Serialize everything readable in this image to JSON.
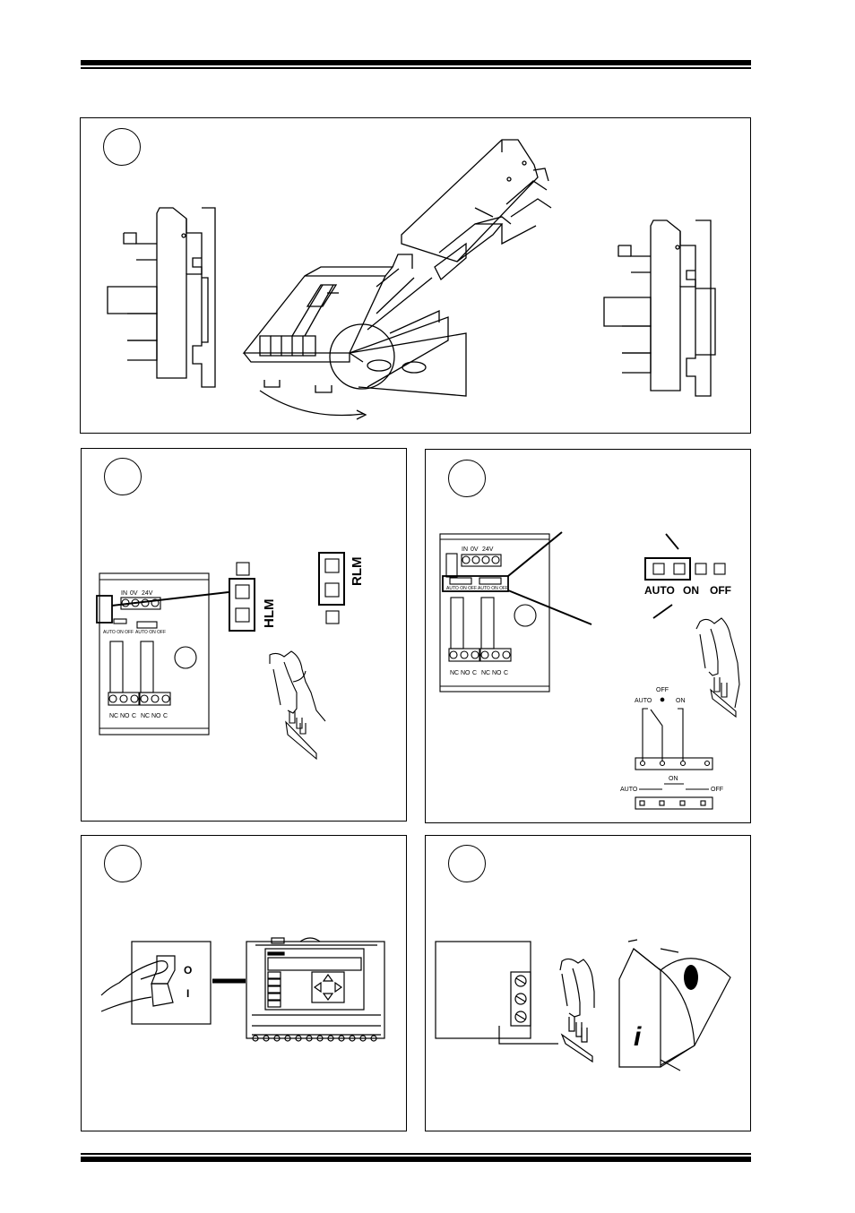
{
  "board": {
    "supply_in": "IN",
    "supply_0v": "0V",
    "supply_24v": "24V",
    "switch_caption": "AUTO ON OFF",
    "contacts": [
      "NC",
      "NO",
      "C"
    ]
  },
  "jumper_labels": {
    "hlm": "HLM",
    "rlm": "RLM"
  },
  "switch_labels": {
    "auto": "AUTO",
    "on": "ON",
    "off": "OFF"
  },
  "power_switch": {
    "off_mark": "O",
    "on_mark": "I"
  },
  "info_icon": "i"
}
